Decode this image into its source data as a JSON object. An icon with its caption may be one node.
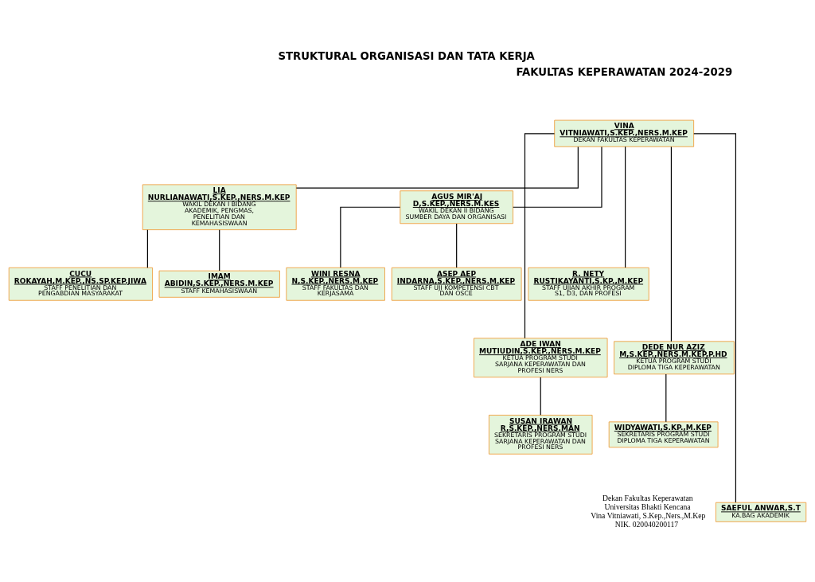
{
  "diagram": {
    "title": "STRUKTURAL ORGANISASI DAN TATA KERJA",
    "nodes": [
      {
        "text": [
          "VINA VITNIAWATI,S.KEP.,NERS.M.KEP",
          "DEKAN FAKULTAS KEPERAWATAN"
        ]
      },
      {
        "text": [
          "LIA NURLIANAWATI,S.KEP.,NERS.M.KEP",
          "WAKIL DEKAN I BIDANG AKADEMIK, PENGMAS, PENELITIAN DAN KEMAHASISWAAN"
        ]
      },
      {
        "text": [
          "AGUS MIR'AJ D,S.KEP.,NERS.M.KES",
          "WAKIL DEKAN II BIDANG SUMBER DAYA DAN ORGANISASI"
        ]
      },
      {
        "text": [
          "CUCU ROKAYAH,M.KEP.,NS.SP.KEP.JIWA",
          "STAFF PENELITIAN DAN PENGABDIAN MASYARAKAT"
        ]
      },
      {
        "text": [
          "IMAM ABIDIN,S.KEP.,NERS.M.KEP",
          "STAFF KEMAHASISWAAN"
        ]
      },
      {
        "text": [
          "R. NETY RUSTIKAYANTI,S.KP.,M.KEP",
          "STAFF UJIAN AKHIR PROGRAM S1, D3, DAN PROFESI"
        ]
      },
      {
        "text": [
          "WINI RESNA N,S.KEP.,NERS.M.KEP",
          "STAFF FAKULTAS DAN KERJASAMA"
        ]
      },
      {
        "text": [
          "ASEP AEP INDARNA,S.KEP.,NERS.M.KEP",
          "STAFF UJI KOMPETENSI CBT DAN OSCE"
        ]
      },
      {
        "text": [
          "ADE IWAN MUTIUDIN,S.KEP.,NERS.M.KEP",
          "KETUA PROGRAM STUDI SARJANA KEPERAWATAN DAN PROFESI NERS"
        ]
      },
      {
        "text": [
          "DEDE NUR AZIZ M,S.KEP.,NERS.M.KEP,P.HD",
          "KETUA PROGRAM STUDI DIPLOMA TIGA KEPERAWATAN"
        ]
      },
      {
        "text": [
          "SUSAN IRAWAN R,S.KEP.,NERS.MAN",
          "SEKRETARIS PROGRAM STUDI SARJANA KEPERAWATAN DAN PROFESI NERS"
        ]
      },
      {
        "text": [
          "WIDYAWATI,S.KP.,M.KEP",
          "SEKRETARIS PROGRAM STUDI DIPLOMA TIGA KEPERAWATAN"
        ]
      },
      {
        "text": [
          "SAEFUL ANWAR,S.T",
          "KA.BAG AKADEMIK"
        ]
      }
    ],
    "edges": [
      {
        "from": 0,
        "to": 1,
        "arrow": "none"
      },
      {
        "from": 0,
        "to": 2,
        "arrow": "none"
      },
      {
        "from": 1,
        "to": 3,
        "arrow": "none"
      },
      {
        "from": 1,
        "to": 4,
        "arrow": "none"
      },
      {
        "from": 0,
        "to": 5,
        "arrow": "none"
      },
      {
        "from": 2,
        "to": 6,
        "arrow": "none"
      },
      {
        "from": 2,
        "to": 7,
        "arrow": "none"
      },
      {
        "from": 0,
        "to": 8,
        "arrow": "none"
      },
      {
        "from": 0,
        "to": 9,
        "arrow": "none"
      },
      {
        "from": 8,
        "to": 10,
        "arrow": "none"
      },
      {
        "from": 9,
        "to": 11,
        "arrow": "none"
      },
      {
        "from": 0,
        "to": 12,
        "arrow": "none"
      }
    ],
    "labels": [
      "FAKULTAS KEPERAWATAN 2024-2029",
      "Dekan Fakultas Keperawatan",
      "Universitas Bhakti Kencana",
      "Vina Vitniawati, S.Kep.,Ners.,M.Kep",
      "NIK. 020040200117"
    ]
  }
}
